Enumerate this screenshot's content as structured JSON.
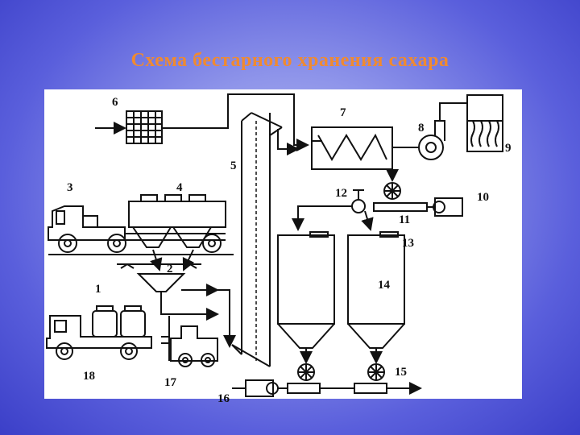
{
  "title": "Схема бестарного хранения сахара",
  "labels": {
    "l1": "1",
    "l2": "2",
    "l3": "3",
    "l4": "4",
    "l5": "5",
    "l6": "6",
    "l7": "7",
    "l8": "8",
    "l9": "9",
    "l10": "10",
    "l11": "11",
    "l12": "12",
    "l13": "13",
    "l14": "14",
    "l15": "15",
    "l16": "16",
    "l17": "17",
    "l18": "18"
  },
  "colors": {
    "title": "#f08a30",
    "background": "#5a5fdc",
    "panel": "#ffffff",
    "ink": "#111111"
  }
}
